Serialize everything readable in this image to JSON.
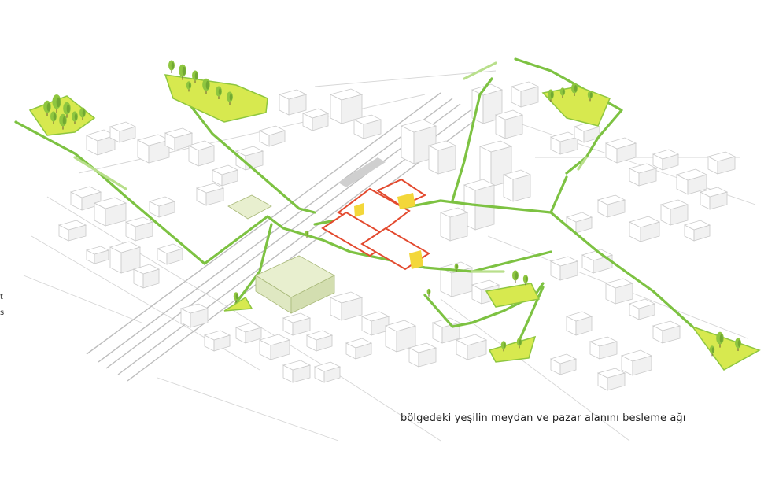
{
  "caption": "bölgedeki yeşilin meydan ve pazar alanını besleme ağı",
  "edge_glyphs": [
    "t",
    "s"
  ],
  "colors": {
    "green_network": "#7dc242",
    "park_fill": "#d7e94f",
    "market_red": "#e34a2f",
    "market_yellow": "#f3d73a",
    "building_stroke": "#c9c9c9",
    "rail": "#bdbdbd"
  }
}
